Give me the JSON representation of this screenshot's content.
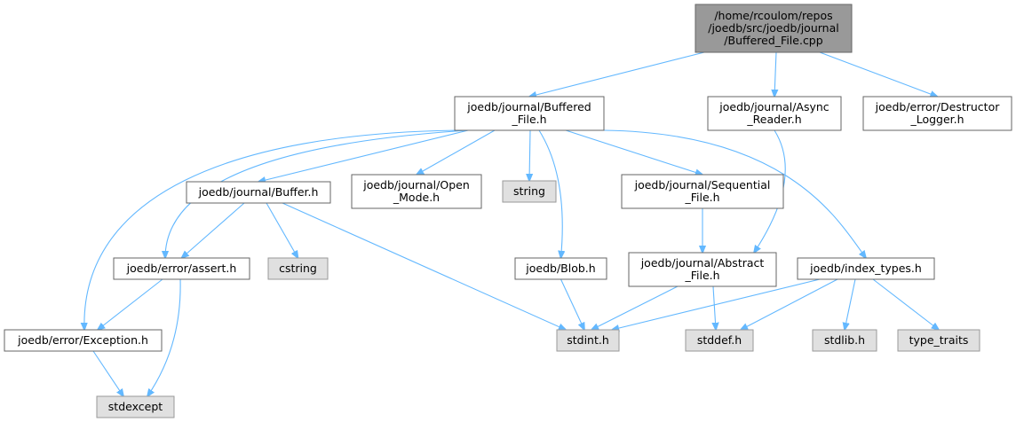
{
  "colors": {
    "root_fill": "#999999",
    "local_fill": "#ffffff",
    "system_fill": "#e0e0e0",
    "local_border": "#666666",
    "system_border": "#999999",
    "root_border": "#666666",
    "edge": "#63b8ff"
  },
  "nodes": [
    {
      "id": "root",
      "kind": "root",
      "lines": [
        "/home/rcoulom/repos",
        "/joedb/src/joedb/journal",
        "/Buffered_File.cpp"
      ]
    },
    {
      "id": "buffered_file_h",
      "kind": "local",
      "lines": [
        "joedb/journal/Buffered",
        "_File.h"
      ]
    },
    {
      "id": "async_reader_h",
      "kind": "local",
      "lines": [
        "joedb/journal/Async",
        "_Reader.h"
      ]
    },
    {
      "id": "destructor_logger_h",
      "kind": "local",
      "lines": [
        "joedb/error/Destructor",
        "_Logger.h"
      ]
    },
    {
      "id": "buffer_h",
      "kind": "local",
      "lines": [
        "joedb/journal/Buffer.h"
      ]
    },
    {
      "id": "open_mode_h",
      "kind": "local",
      "lines": [
        "joedb/journal/Open",
        "_Mode.h"
      ]
    },
    {
      "id": "string",
      "kind": "system",
      "lines": [
        "string"
      ]
    },
    {
      "id": "sequential_file_h",
      "kind": "local",
      "lines": [
        "joedb/journal/Sequential",
        "_File.h"
      ]
    },
    {
      "id": "assert_h",
      "kind": "local",
      "lines": [
        "joedb/error/assert.h"
      ]
    },
    {
      "id": "cstring",
      "kind": "system",
      "lines": [
        "cstring"
      ]
    },
    {
      "id": "blob_h",
      "kind": "local",
      "lines": [
        "joedb/Blob.h"
      ]
    },
    {
      "id": "abstract_file_h",
      "kind": "local",
      "lines": [
        "joedb/journal/Abstract",
        "_File.h"
      ]
    },
    {
      "id": "index_types_h",
      "kind": "local",
      "lines": [
        "joedb/index_types.h"
      ]
    },
    {
      "id": "exception_h",
      "kind": "local",
      "lines": [
        "joedb/error/Exception.h"
      ]
    },
    {
      "id": "stdint_h",
      "kind": "system",
      "lines": [
        "stdint.h"
      ]
    },
    {
      "id": "stddef_h",
      "kind": "system",
      "lines": [
        "stddef.h"
      ]
    },
    {
      "id": "stdlib_h",
      "kind": "system",
      "lines": [
        "stdlib.h"
      ]
    },
    {
      "id": "type_traits",
      "kind": "system",
      "lines": [
        "type_traits"
      ]
    },
    {
      "id": "stdexcept",
      "kind": "system",
      "lines": [
        "stdexcept"
      ]
    }
  ],
  "edges": [
    [
      "root",
      "buffered_file_h"
    ],
    [
      "root",
      "async_reader_h"
    ],
    [
      "root",
      "destructor_logger_h"
    ],
    [
      "buffered_file_h",
      "buffer_h"
    ],
    [
      "buffered_file_h",
      "open_mode_h"
    ],
    [
      "buffered_file_h",
      "string"
    ],
    [
      "buffered_file_h",
      "sequential_file_h"
    ],
    [
      "buffered_file_h",
      "assert_h"
    ],
    [
      "buffered_file_h",
      "blob_h"
    ],
    [
      "buffered_file_h",
      "index_types_h"
    ],
    [
      "buffered_file_h",
      "exception_h"
    ],
    [
      "async_reader_h",
      "abstract_file_h"
    ],
    [
      "buffer_h",
      "assert_h"
    ],
    [
      "buffer_h",
      "cstring"
    ],
    [
      "buffer_h",
      "stdint_h"
    ],
    [
      "sequential_file_h",
      "abstract_file_h"
    ],
    [
      "assert_h",
      "exception_h"
    ],
    [
      "assert_h",
      "stdexcept"
    ],
    [
      "blob_h",
      "stdint_h"
    ],
    [
      "abstract_file_h",
      "stdint_h"
    ],
    [
      "abstract_file_h",
      "stddef_h"
    ],
    [
      "index_types_h",
      "stdint_h"
    ],
    [
      "index_types_h",
      "stddef_h"
    ],
    [
      "index_types_h",
      "stdlib_h"
    ],
    [
      "index_types_h",
      "type_traits"
    ],
    [
      "exception_h",
      "stdexcept"
    ]
  ]
}
